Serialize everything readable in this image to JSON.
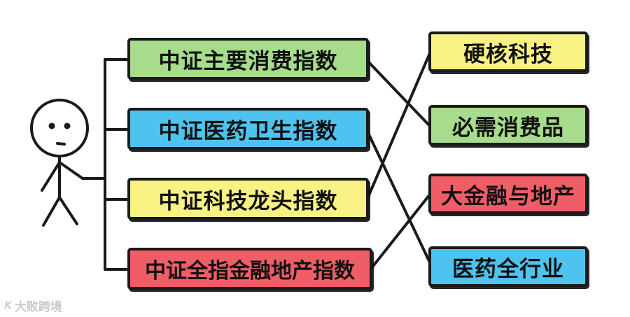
{
  "left_items": [
    {
      "label": "中证主要消费指数",
      "color": "#a6dc8c"
    },
    {
      "label": "中证医药卫生指数",
      "color": "#4ec3ef"
    },
    {
      "label": "中证科技龙头指数",
      "color": "#f7f283"
    },
    {
      "label": "中证全指金融地产指数",
      "color": "#ef5e66"
    }
  ],
  "right_items": [
    {
      "label": "硬核科技",
      "color": "#f7f283"
    },
    {
      "label": "必需消费品",
      "color": "#a6dc8c"
    },
    {
      "label": "大金融与地产",
      "color": "#ef5e66"
    },
    {
      "label": "医药全行业",
      "color": "#4ec3ef"
    }
  ],
  "connections": [
    {
      "from": "中证主要消费指数",
      "to": "必需消费品"
    },
    {
      "from": "中证医药卫生指数",
      "to": "医药全行业"
    },
    {
      "from": "中证科技龙头指数",
      "to": "硬核科技"
    },
    {
      "from": "中证全指金融地产指数",
      "to": "大金融与地产"
    }
  ],
  "watermark": {
    "logo": "K",
    "text": "大败跨境"
  }
}
